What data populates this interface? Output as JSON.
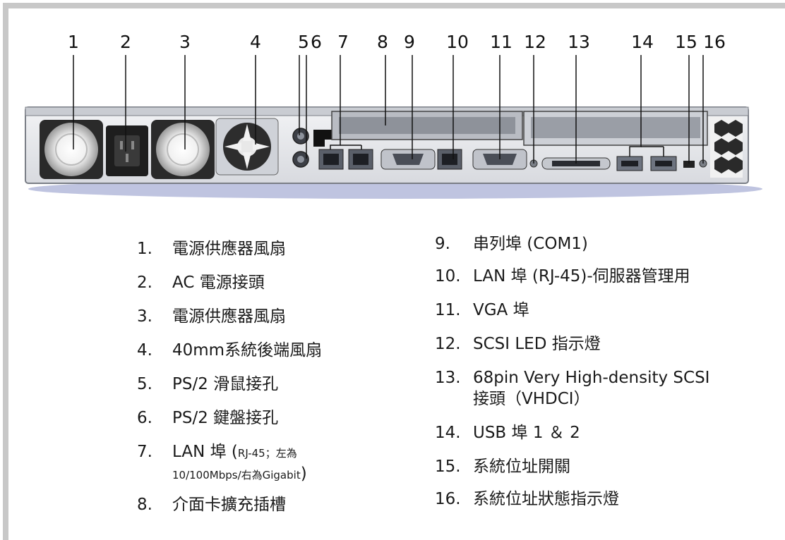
{
  "callouts": [
    "1",
    "2",
    "3",
    "4",
    "5",
    "6",
    "7",
    "8",
    "9",
    "10",
    "11",
    "12",
    "13",
    "14",
    "15",
    "16"
  ],
  "legend_left": [
    {
      "num": "1.",
      "text": "電源供應器風扇"
    },
    {
      "num": "2.",
      "text": "AC 電源接頭"
    },
    {
      "num": "3.",
      "text": "電源供應器風扇"
    },
    {
      "num": "4.",
      "text": "40mm系統後端風扇"
    },
    {
      "num": "5.",
      "text": "PS/2 滑鼠接孔"
    },
    {
      "num": "6.",
      "text": "PS/2 鍵盤接孔"
    },
    {
      "num": "7.",
      "text": "LAN 埠 (",
      "small": "RJ-45；左為",
      "line2": "10/100Mbps/右為Gigabit",
      "close": ")"
    },
    {
      "num": "8.",
      "text": "介面卡擴充插槽"
    }
  ],
  "legend_right": [
    {
      "num": "9.",
      "text": "串列埠 (COM1)"
    },
    {
      "num": "10.",
      "text": "LAN 埠 (RJ-45)-伺服器管理用"
    },
    {
      "num": "11.",
      "text": "VGA 埠"
    },
    {
      "num": "12.",
      "text": "SCSI LED 指示燈"
    },
    {
      "num": "13.",
      "text": "68pin Very High-density  SCSI",
      "line2": "接頭（VHDCI）"
    },
    {
      "num": "14.",
      "text": "USB 埠 1 ＆ 2"
    },
    {
      "num": "15.",
      "text": "系統位址開關"
    },
    {
      "num": "16.",
      "text": "系統位址狀態指示燈"
    }
  ],
  "colors": {
    "border": "#c8c8c8",
    "chassis": "#e4e6ea",
    "shadow": "#a9b0d6",
    "port": "#6e7480"
  }
}
